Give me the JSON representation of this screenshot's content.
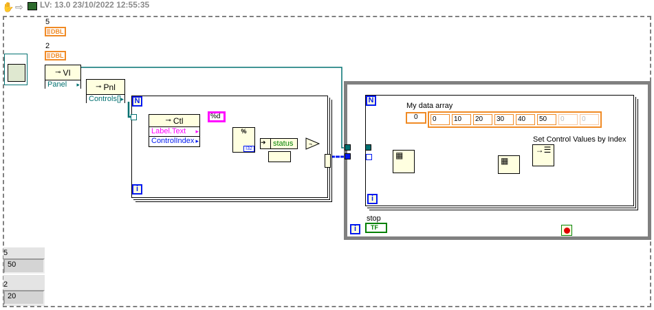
{
  "toolbar": {
    "icons": [
      "grab-hand-icon",
      "arrow-right-icon",
      "vi-icon"
    ],
    "title": "LV: 13.0 23/10/2022 12:55:35"
  },
  "constants": [
    {
      "label": "5",
      "type": "DBL"
    },
    {
      "label": "2",
      "type": "DBL"
    }
  ],
  "vi_property_node": {
    "class": "VI",
    "property": "Panel"
  },
  "panel_property_node": {
    "class": "Pnl",
    "property": "Controls[]"
  },
  "control_property_node": {
    "class": "Ctl",
    "properties": [
      "Label.Text",
      "ControlIndex"
    ]
  },
  "format_constant": "%d",
  "format_output_type": "I32",
  "status_unbundle": "status",
  "inner_for_loop": {
    "count": "N",
    "iteration": "i"
  },
  "array_constant": {
    "label": "My data array",
    "index": "0",
    "values": [
      "0",
      "10",
      "20",
      "30",
      "40",
      "50",
      "0",
      "0"
    ]
  },
  "set_values_node": {
    "label": "Set Control Values by Index"
  },
  "stop": {
    "label": "stop",
    "value": "TF"
  },
  "indicators": [
    {
      "label": "5",
      "value": "50"
    },
    {
      "label": "2",
      "value": "20"
    }
  ],
  "colors": {
    "dbl": "#f08a24",
    "string": "#ff00ff",
    "int": "#0018f0",
    "refnum": "#007070",
    "boolean": "#008000",
    "loop_border": "#808080"
  }
}
